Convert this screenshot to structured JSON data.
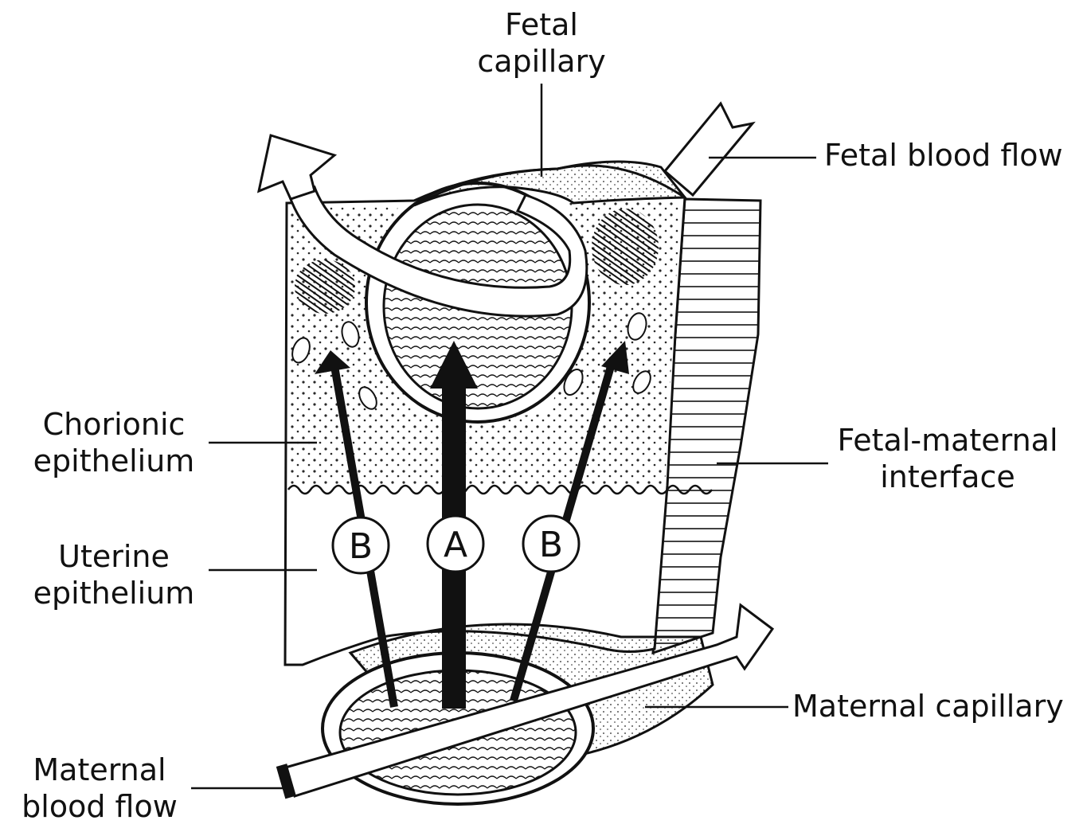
{
  "labels": {
    "fetal_capillary_line1": "Fetal",
    "fetal_capillary_line2": "capillary",
    "fetal_blood_flow": "Fetal blood flow",
    "chorionic_line1": "Chorionic",
    "chorionic_line2": "epithelium",
    "uterine_line1": "Uterine",
    "uterine_line2": "epithelium",
    "interface_line1": "Fetal-maternal",
    "interface_line2": "interface",
    "maternal_capillary": "Maternal capillary",
    "maternal_flow_line1": "Maternal",
    "maternal_flow_line2": "blood flow"
  },
  "pathways": {
    "left": "B",
    "center": "A",
    "right": "B"
  },
  "colors": {
    "ink": "#111111",
    "paper": "#ffffff"
  }
}
